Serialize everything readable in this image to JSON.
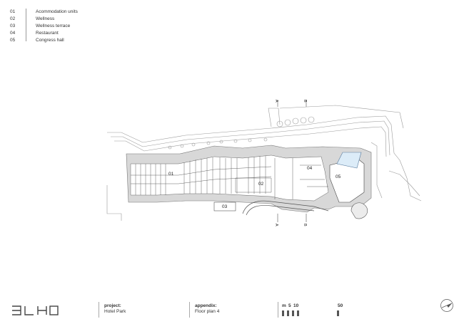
{
  "legend": [
    {
      "num": "01",
      "label": "Acommodation units"
    },
    {
      "num": "02",
      "label": "Wellness"
    },
    {
      "num": "03",
      "label": "Wellness terrace"
    },
    {
      "num": "04",
      "label": "Restaurant"
    },
    {
      "num": "05",
      "label": "Congress hall"
    }
  ],
  "plan_labels": {
    "zone01": "01",
    "zone02": "02",
    "zone03": "03",
    "zone04": "04",
    "zone05": "05",
    "section_a_top": "A",
    "section_b_top": "B",
    "section_a_bottom": "A",
    "section_b_bottom": "B"
  },
  "footer": {
    "logo_text": "BLHO",
    "project_label": "project:",
    "project_value": "Hotel Park",
    "appendix_label": "appendix:",
    "appendix_value": "Floor plan 4",
    "scale_unit": "m",
    "scale_5": "5",
    "scale_10": "10",
    "scale_50": "50"
  }
}
